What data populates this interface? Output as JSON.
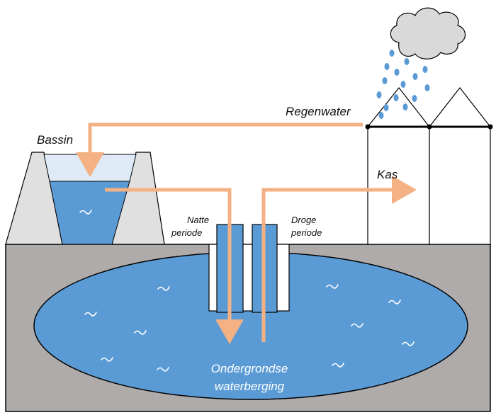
{
  "labels": {
    "rainwater": "Regenwater",
    "basin": "Bassin",
    "greenhouse": "Kas",
    "wet_period_line1": "Natte",
    "wet_period_line2": "periode",
    "dry_period_line1": "Droge",
    "dry_period_line2": "periode",
    "storage_line1": "Ondergrondse",
    "storage_line2": "waterberging"
  },
  "colors": {
    "arrow": "#f4b183",
    "water": "#5b9bd5",
    "ground": "#afabab",
    "concrete": "#e0e0e0",
    "cloud": "#d9d9d9",
    "basin_air": "#deebf7"
  },
  "icons": [
    "cloud-icon",
    "raindrop-icon"
  ]
}
